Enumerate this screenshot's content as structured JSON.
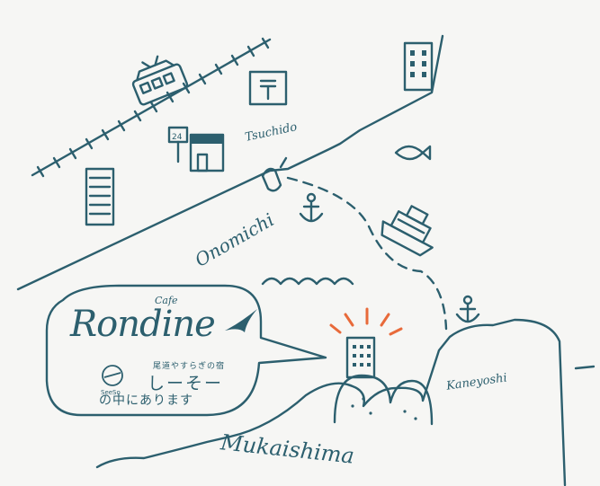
{
  "map": {
    "places": {
      "tsuchido": "Tsuchido",
      "onomichi": "Onomichi",
      "kaneyoshi": "Kaneyoshi",
      "mukaishima": "Mukaishima"
    },
    "bus_stop": "24",
    "colors": {
      "ink": "#2c5f6e",
      "highlight": "#e86a3a",
      "paper": "#f6f6f4"
    },
    "icons": [
      "train-icon",
      "post-office-icon",
      "building-icon",
      "bus-stop-icon",
      "store-icon",
      "fish-icon",
      "anchor-icon",
      "ferry-icon",
      "waves-icon",
      "hotel-icon"
    ]
  },
  "callout": {
    "cafe": "Cafe",
    "name": "Rondine",
    "tagline": "尾道やすらぎの宿",
    "seesaw_logo_text": "SeeSo",
    "seesaw_name": "しーそー",
    "inside": "の中にあります"
  }
}
